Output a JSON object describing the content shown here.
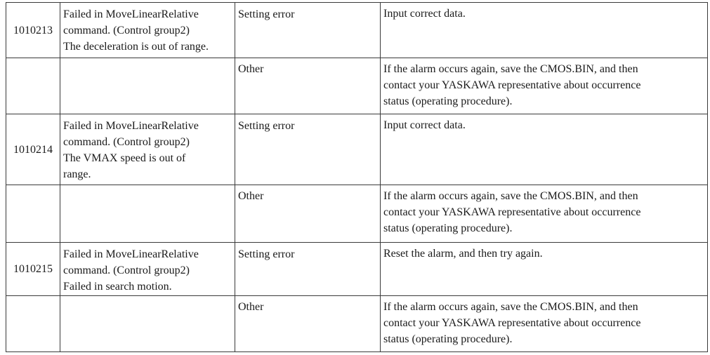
{
  "rows": [
    {
      "code": "1010213",
      "description_lines": [
        "Failed in MoveLinearRelative",
        "command. (Control group2)",
        "The deceleration is out of range."
      ],
      "causes": [
        {
          "cause": "Setting error",
          "remedy_lines": [
            "Input correct data."
          ]
        },
        {
          "cause": "Other",
          "remedy_lines": [
            "If the alarm occurs again, save the CMOS.BIN, and then",
            "contact your YASKAWA representative about occurrence",
            "status (operating procedure)."
          ]
        }
      ]
    },
    {
      "code": "1010214",
      "description_lines": [
        "Failed in MoveLinearRelative",
        "command. (Control group2)",
        "The VMAX speed is out of",
        "range."
      ],
      "causes": [
        {
          "cause": "Setting error",
          "remedy_lines": [
            "Input correct data."
          ]
        },
        {
          "cause": "Other",
          "remedy_lines": [
            "If the alarm occurs again, save the CMOS.BIN, and then",
            "contact your YASKAWA representative about occurrence",
            "status (operating procedure)."
          ]
        }
      ]
    },
    {
      "code": "1010215",
      "description_lines": [
        "Failed in MoveLinearRelative",
        "command. (Control group2)",
        "Failed in search motion."
      ],
      "causes": [
        {
          "cause": "Setting error",
          "remedy_lines": [
            "Reset the alarm, and then try again."
          ]
        },
        {
          "cause": "Other",
          "remedy_lines": [
            "If the alarm occurs again, save the CMOS.BIN, and then",
            "contact your YASKAWA representative about occurrence",
            "status (operating procedure)."
          ]
        }
      ]
    }
  ]
}
